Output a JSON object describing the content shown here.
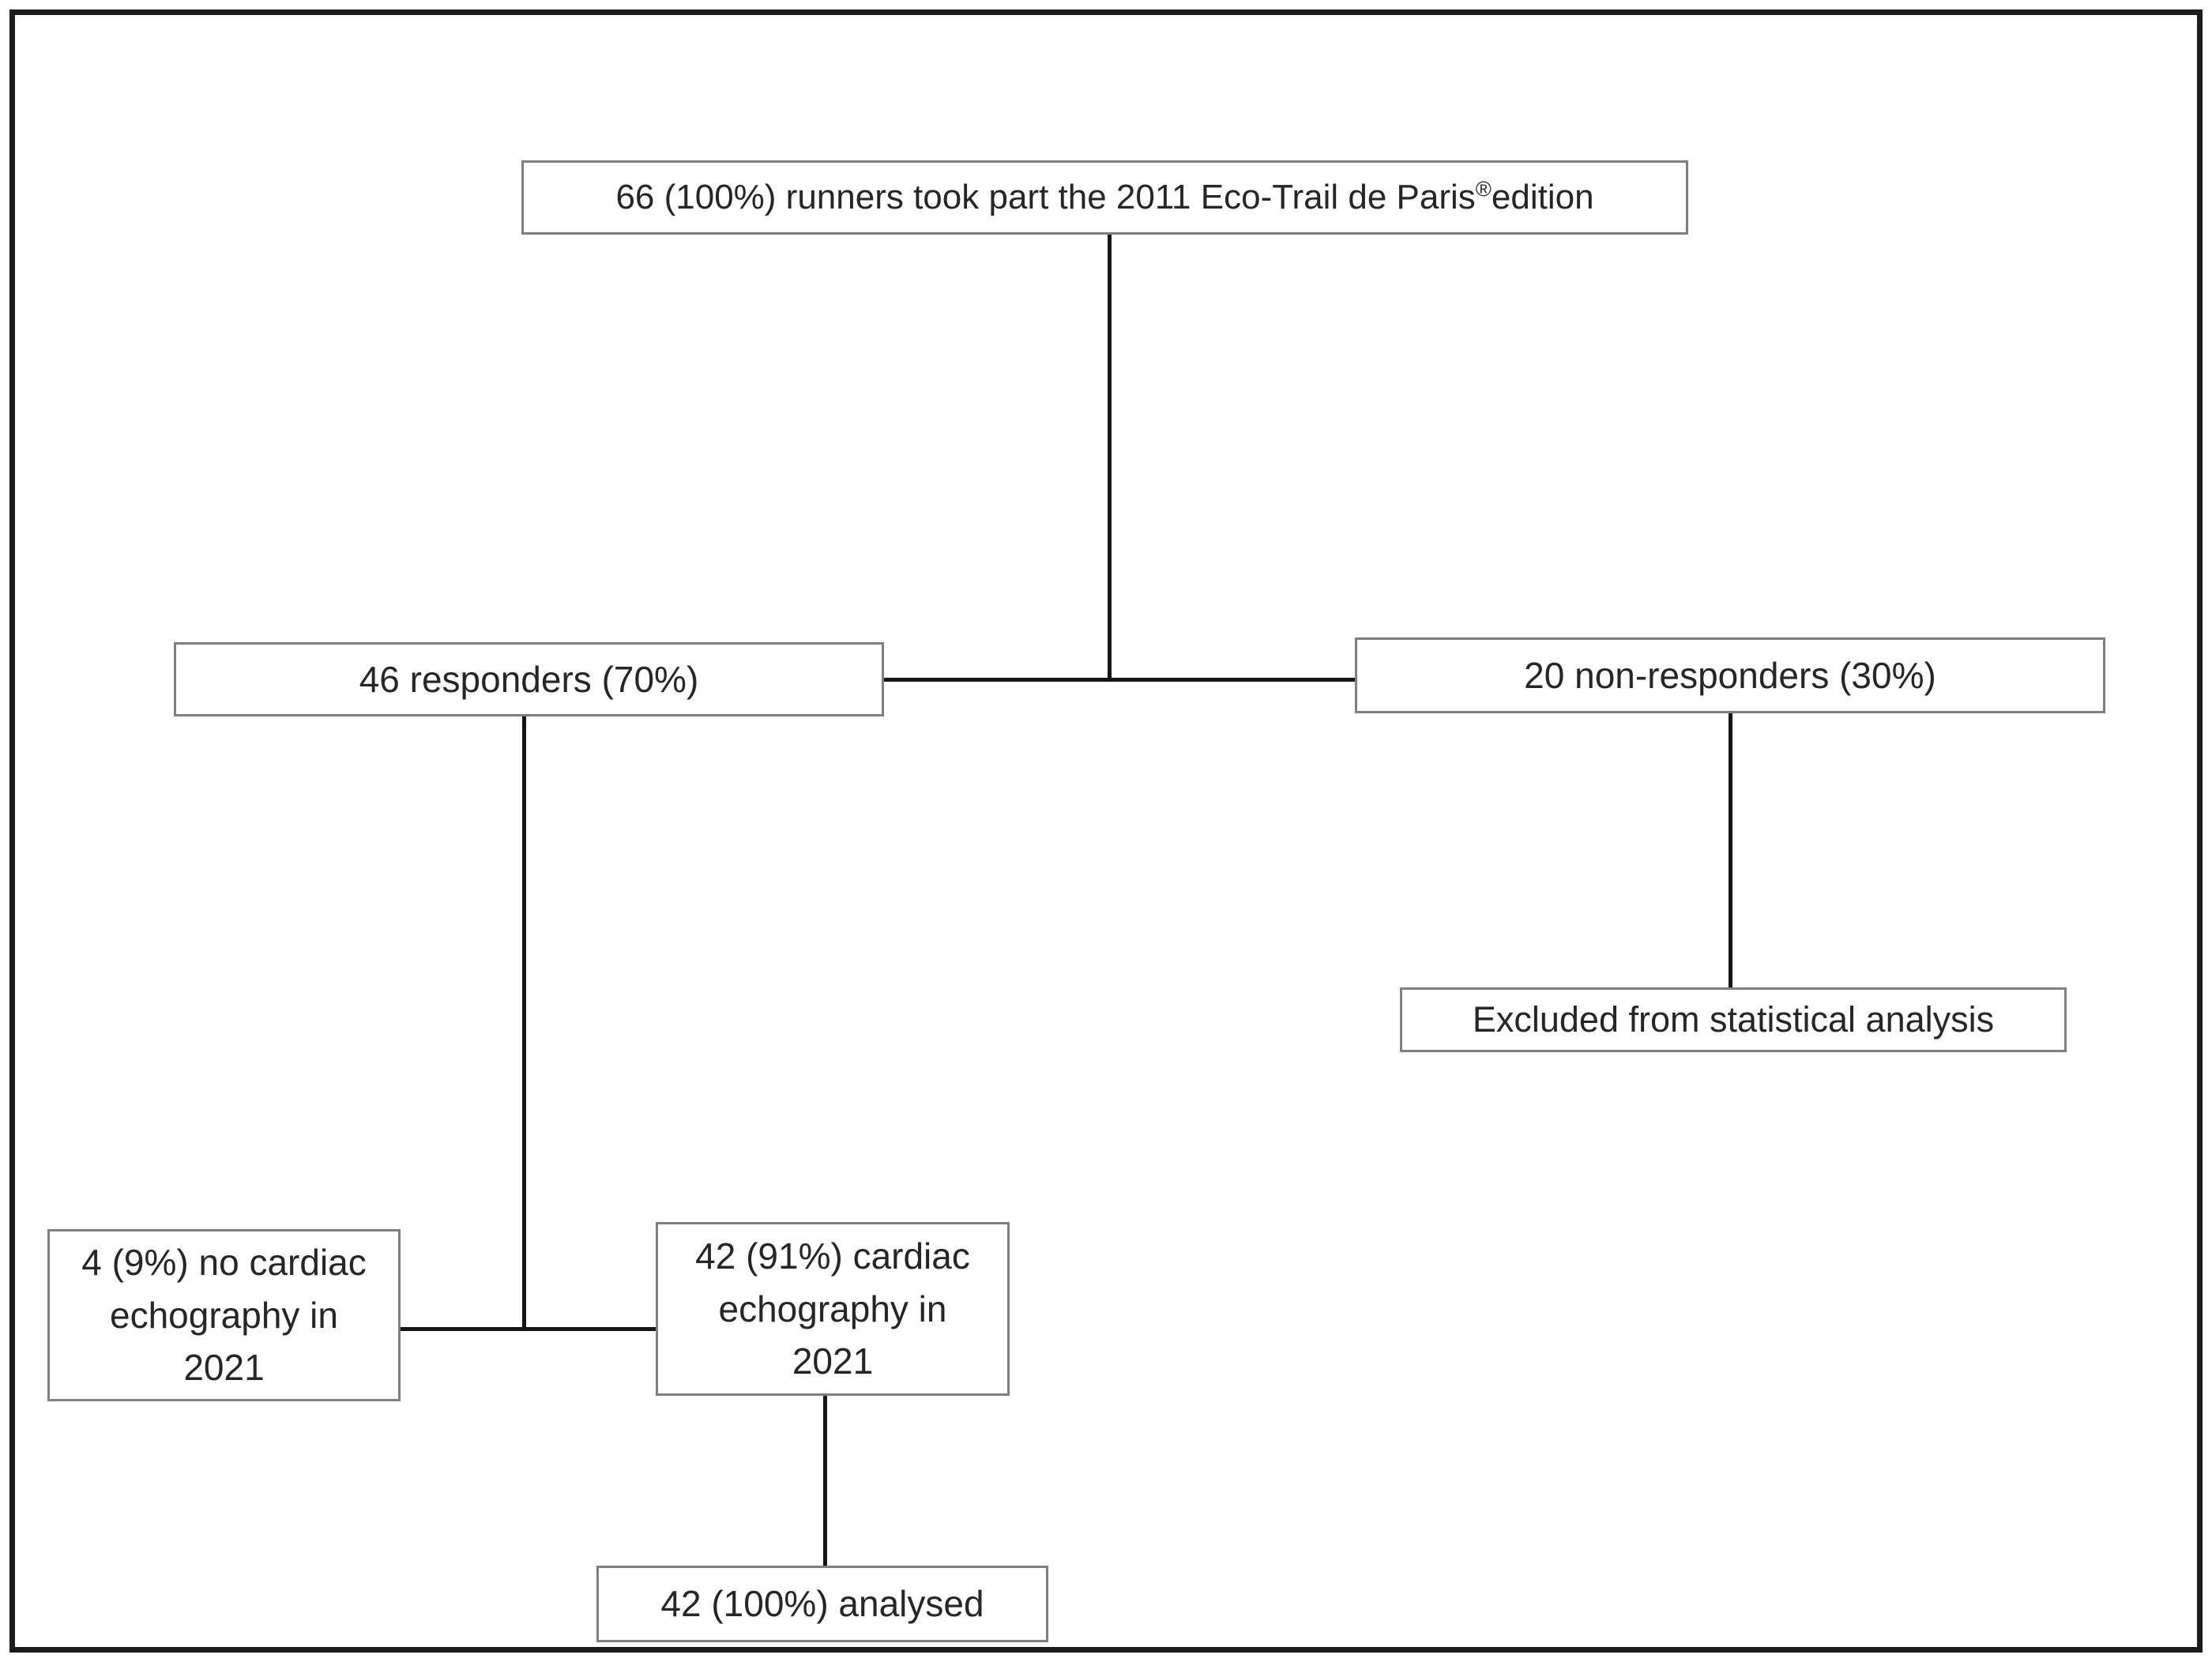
{
  "diagram": {
    "type": "flowchart",
    "description": "Study enrollment flow diagram of runners from the 2011 Eco-Trail de Paris edition",
    "colors": {
      "background": "#ffffff",
      "frame_border": "#1b1b1b",
      "box_border": "#7f7f7f",
      "connector": "#161616",
      "text": "#262626"
    },
    "nodes": {
      "total": {
        "pre": "66 (100%) runners took part the 2011 Eco-Trail de Paris",
        "reg": "®",
        "post": "edition"
      },
      "responders": {
        "label": "46 responders (70%)"
      },
      "non_responders": {
        "label": "20 non-responders (30%)"
      },
      "excluded": {
        "label": "Excluded from statistical analysis"
      },
      "no_echo": {
        "label": "4 (9%) no cardiac\nechography in\n2021"
      },
      "echo": {
        "label": "42 (91%) cardiac\nechography in\n2021"
      },
      "analysed": {
        "label": "42 (100%) analysed"
      }
    },
    "edges": [
      {
        "from": "total",
        "to": "responders"
      },
      {
        "from": "total",
        "to": "non_responders"
      },
      {
        "from": "non_responders",
        "to": "excluded"
      },
      {
        "from": "responders",
        "to": "no_echo"
      },
      {
        "from": "responders",
        "to": "echo"
      },
      {
        "from": "echo",
        "to": "analysed"
      }
    ]
  }
}
